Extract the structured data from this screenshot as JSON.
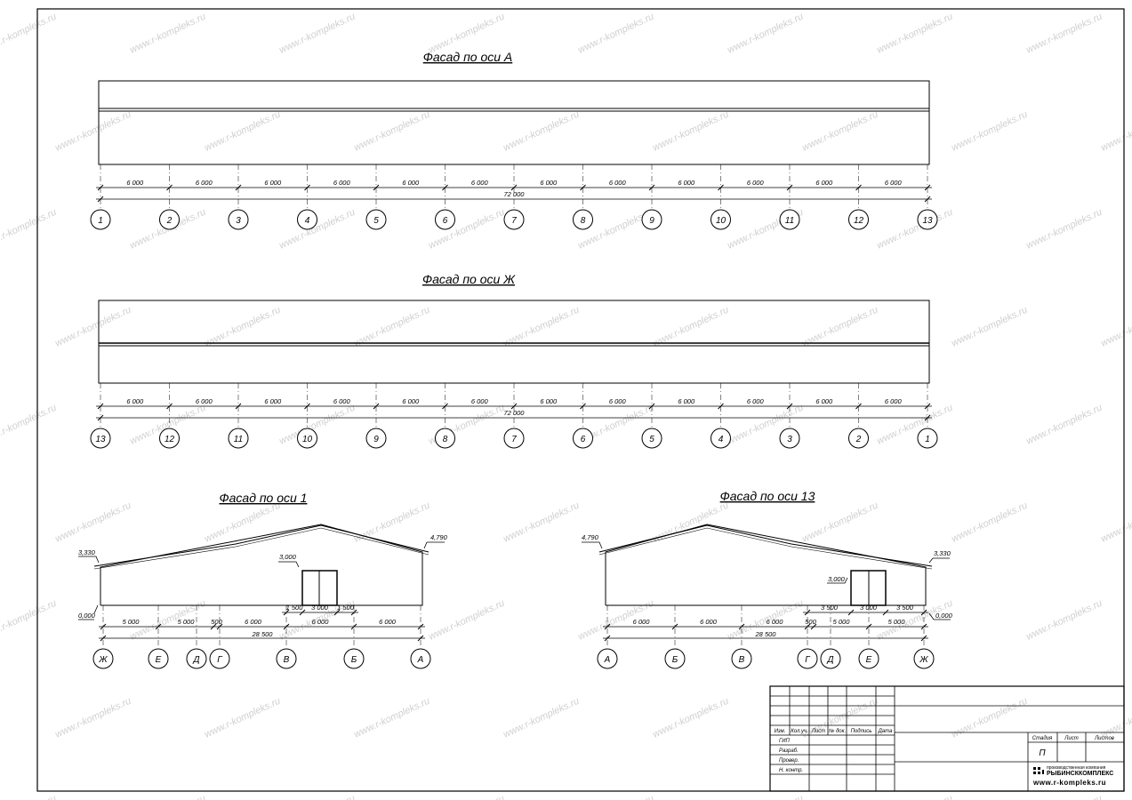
{
  "facade_a": {
    "title": "Фасад по оси А",
    "spans": [
      "6 000",
      "6 000",
      "6 000",
      "6 000",
      "6 000",
      "6 000",
      "6 000",
      "6 000",
      "6 000",
      "6 000",
      "6 000",
      "6 000"
    ],
    "total": "72 000",
    "axes": [
      "1",
      "2",
      "3",
      "4",
      "5",
      "6",
      "7",
      "8",
      "9",
      "10",
      "11",
      "12",
      "13"
    ]
  },
  "facade_zh": {
    "title": "Фасад по оси Ж",
    "spans": [
      "6 000",
      "6 000",
      "6 000",
      "6 000",
      "6 000",
      "6 000",
      "6 000",
      "6 000",
      "6 000",
      "6 000",
      "6 000",
      "6 000"
    ],
    "total": "72 000",
    "axes": [
      "13",
      "12",
      "11",
      "10",
      "9",
      "8",
      "7",
      "6",
      "5",
      "4",
      "3",
      "2",
      "1"
    ]
  },
  "facade_1": {
    "title": "Фасад по оси 1",
    "levels": {
      "left_eave": "3,330",
      "right_eave": "4,790",
      "door_top": "3,000",
      "ground": "0,000"
    },
    "dims_row1": [
      "5 000",
      "5 000",
      "500",
      "6 000",
      "6 000",
      "6 000"
    ],
    "door_dims": [
      "1 500",
      "3 000",
      "1 500"
    ],
    "total": "28 500",
    "axes": [
      "Ж",
      "Е",
      "Д",
      "Г",
      "В",
      "Б",
      "А"
    ]
  },
  "facade_13": {
    "title": "Фасад по оси 13",
    "levels": {
      "left_eave": "4,790",
      "right_eave": "3,330",
      "door_top": "3,000",
      "ground": "0,000"
    },
    "dims_row1": [
      "6 000",
      "6 000",
      "6 000",
      "500",
      "5 000",
      "5 000"
    ],
    "door_dims": [
      "3 500",
      "3 000",
      "3 500"
    ],
    "total": "28 500",
    "axes": [
      "А",
      "Б",
      "В",
      "Г",
      "Д",
      "Е",
      "Ж"
    ]
  },
  "title_block": {
    "header": [
      "Изм.",
      "Кол.уч.",
      "Лист",
      "№ док.",
      "Подпись",
      "Дата"
    ],
    "roles": [
      "ГИП",
      "Разраб.",
      "Провер.",
      "Н. контр."
    ],
    "stage_header": [
      "Стадия",
      "Лист",
      "Листов"
    ],
    "stage_value": "П",
    "company_small": "производственная компания",
    "company_name": "РЫБИНСККОМПЛЕКС",
    "website": "www.r-kompleks.ru"
  },
  "watermark": "www.r-kompleks.ru"
}
